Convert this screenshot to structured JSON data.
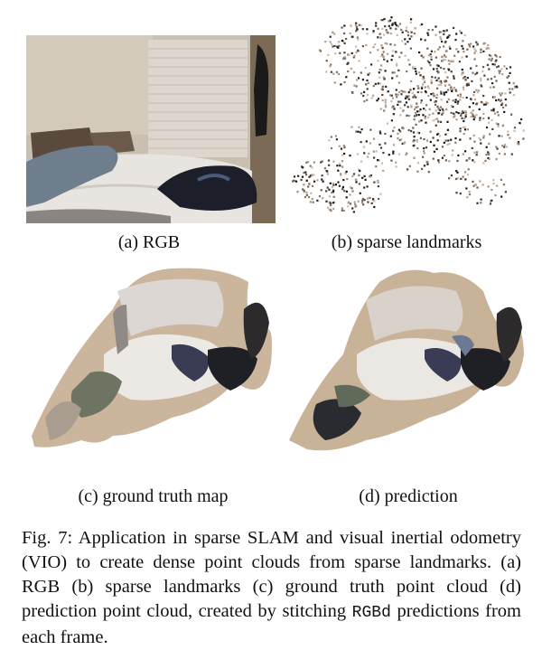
{
  "panels": [
    {
      "id": "a",
      "caption": "(a) RGB"
    },
    {
      "id": "b",
      "caption": "(b) sparse landmarks"
    },
    {
      "id": "c",
      "caption": "(c) ground truth map"
    },
    {
      "id": "d",
      "caption": "(d) prediction"
    }
  ],
  "figure_caption": {
    "label": "Fig. 7:",
    "text_before_code": "Application in sparse SLAM and visual inertial odometry (VIO) to create dense point clouds from sparse landmarks. (a) RGB (b) sparse landmarks (c) ground truth point cloud (d) prediction point cloud, created by stitching",
    "code_term": "RGBd",
    "text_after_code": "predictions from each frame."
  },
  "colors": {
    "wall": "#cfc6b9",
    "blinds": "#dcd6cc",
    "bed_sheet": "#e8e4df",
    "pillow": "#5a4a3e",
    "blanket_dark": "#1c1f2a",
    "floor": "#8a8580"
  }
}
